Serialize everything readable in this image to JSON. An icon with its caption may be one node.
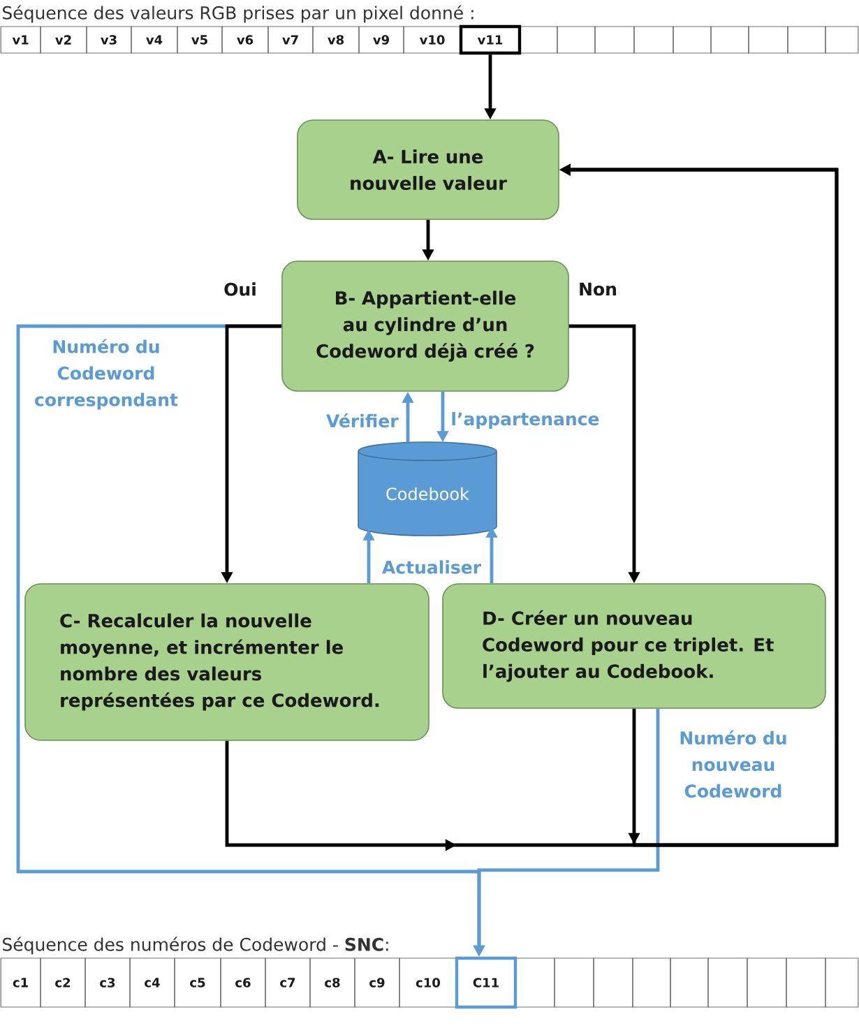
{
  "diagram": {
    "nodes": [
      {
        "text": [
          "v11"
        ]
      },
      {
        "text": [
          "A- Lire une nouvelle valeur"
        ]
      },
      {
        "text": [
          "B- Appartient-elle au cylindre d’un Codeword déjà créé ?"
        ]
      },
      {
        "text": [
          "Codebook"
        ]
      },
      {
        "text": [
          "C- Recalculer la nouvelle moyenne, et incrémenter le nombre des valeurs représentées par ce Codeword."
        ]
      },
      {
        "text": [
          "D- Créer un nouveau Codeword pour ce triplet. Et l’ajouter au Codebook."
        ]
      },
      {
        "text": [
          "C11"
        ]
      }
    ],
    "edges": [
      {
        "from": 0,
        "to": 1,
        "arrow": "to"
      },
      {
        "from": 1,
        "to": 2,
        "arrow": "to"
      },
      {
        "from": 2,
        "to": 4,
        "arrow": "to",
        "label": "Oui"
      },
      {
        "from": 2,
        "to": 5,
        "arrow": "to",
        "label": "Non"
      },
      {
        "from": 3,
        "to": 2,
        "arrow": "to",
        "label": "Vérifier",
        "color": "#5b9bd5"
      },
      {
        "from": 2,
        "to": 3,
        "arrow": "to",
        "label": "l’appartenance",
        "color": "#5b9bd5"
      },
      {
        "from": 4,
        "to": 3,
        "arrow": "to",
        "color": "#5b9bd5"
      },
      {
        "from": 5,
        "to": 3,
        "arrow": "to",
        "color": "#5b9bd5"
      },
      {
        "from": 4,
        "to": 1,
        "arrow": "to"
      },
      {
        "from": 5,
        "to": 1,
        "arrow": "to"
      },
      {
        "from": 2,
        "to": 6,
        "arrow": "to",
        "label": "Numéro du Codeword correspondant",
        "color": "#5b9bd5"
      },
      {
        "from": 5,
        "to": 6,
        "arrow": "to",
        "label": "Numéro du nouveau Codeword",
        "color": "#5b9bd5"
      }
    ],
    "labels": [
      "Séquence des valeurs RGB prises par un pixel donné :",
      "v1",
      "v2",
      "v3",
      "v4",
      "v5",
      "v6",
      "v7",
      "v8",
      "v9",
      "v10",
      "Actualiser",
      "Séquence des numéros de Codeword - **SNC**:",
      "c1",
      "c2",
      "c3",
      "c4",
      "c5",
      "c6",
      "c7",
      "c8",
      "c9",
      "c10"
    ]
  }
}
